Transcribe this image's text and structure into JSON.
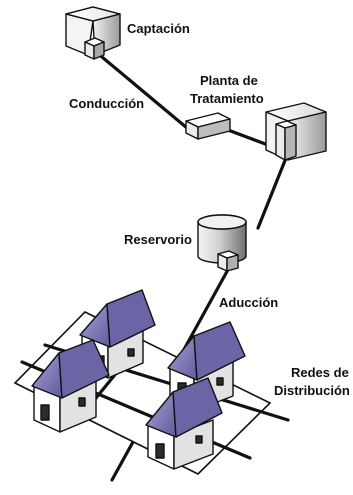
{
  "labels": {
    "captacion": "Captación",
    "conduccion": "Conducción",
    "planta_line1": "Planta de",
    "planta_line2": "Tratamiento",
    "reservorio": "Reservorio",
    "aduccion": "Aducción",
    "redes_line1": "Redes de",
    "redes_line2": "Distribución"
  },
  "colors": {
    "line": "#111111",
    "roof": "#6e6aa8",
    "roof_light": "#9a97cc",
    "wall": "#ffffff",
    "shadow": "#c9c9c9",
    "ground_grid": "#111111"
  }
}
